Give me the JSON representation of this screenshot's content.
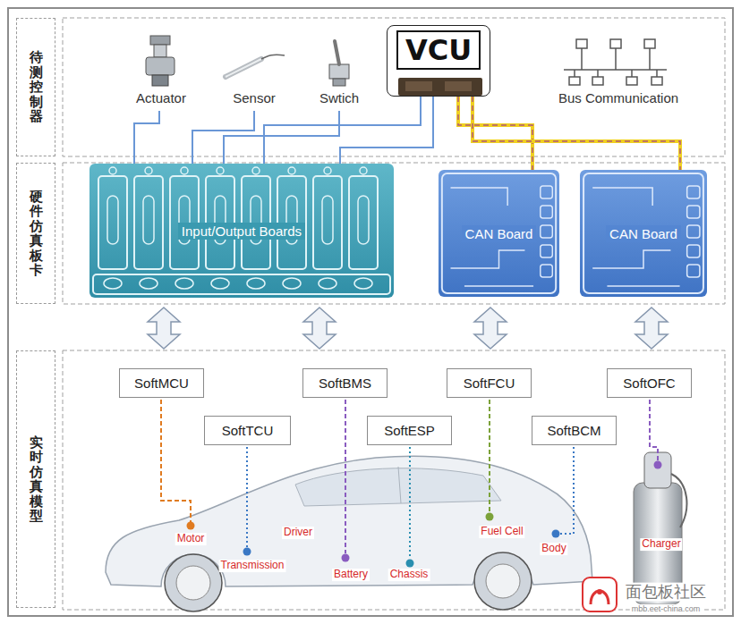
{
  "diagram": {
    "nodes": [
      {
        "text": [
          "待测控制器"
        ]
      },
      {
        "text": [
          "硬件仿真板卡"
        ]
      },
      {
        "text": [
          "实时仿真模型"
        ]
      },
      {
        "text": [
          "VCU"
        ]
      },
      {
        "text": [
          "Input/Output Boards"
        ]
      },
      {
        "text": [
          "CAN Board"
        ]
      },
      {
        "text": [
          "CAN Board"
        ]
      },
      {
        "text": [
          "SoftMCU"
        ]
      },
      {
        "text": [
          "SoftBMS"
        ]
      },
      {
        "text": [
          "SoftFCU"
        ]
      },
      {
        "text": [
          "SoftOFC"
        ]
      },
      {
        "text": [
          "SoftTCU"
        ]
      },
      {
        "text": [
          "SoftESP"
        ]
      },
      {
        "text": [
          "SoftBCM"
        ]
      }
    ],
    "edges": [
      {
        "from": 3,
        "to": 4,
        "arrow": "none"
      },
      {
        "from": 3,
        "to": 4,
        "arrow": "none"
      },
      {
        "from": 3,
        "to": 5,
        "arrow": "none"
      },
      {
        "from": 3,
        "to": 6,
        "arrow": "none"
      }
    ],
    "labels": [
      "Actuator",
      "Sensor",
      "Swtich",
      "Bus Communication",
      "Motor",
      "Transmission",
      "Driver",
      "Battery",
      "Chassis",
      "Fuel Cell",
      "Body",
      "Charger",
      "面包板社区",
      "mbb.eet-china.com"
    ]
  }
}
